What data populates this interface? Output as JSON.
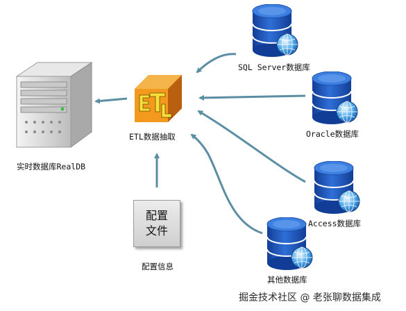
{
  "sources": [
    {
      "id": "sql-server",
      "label": "SQL Server数据库"
    },
    {
      "id": "oracle",
      "label": "Oracle数据库"
    },
    {
      "id": "access",
      "label": "Access数据库"
    },
    {
      "id": "other",
      "label": "其他数据库"
    }
  ],
  "etl": {
    "label": "ETL数据抽取",
    "logo_text": "ETL"
  },
  "target": {
    "label": "实时数据库RealDB"
  },
  "config": {
    "box_line1": "配置",
    "box_line2": "文件",
    "label": "配置信息"
  },
  "watermark": "掘金技术社区 @ 老张聊数据集成",
  "colors": {
    "arrow": "#5b8ea3",
    "db_blue": "#1f57b8",
    "etl_orange": "#f39a1e",
    "etl_yellow": "#f7df3a"
  }
}
